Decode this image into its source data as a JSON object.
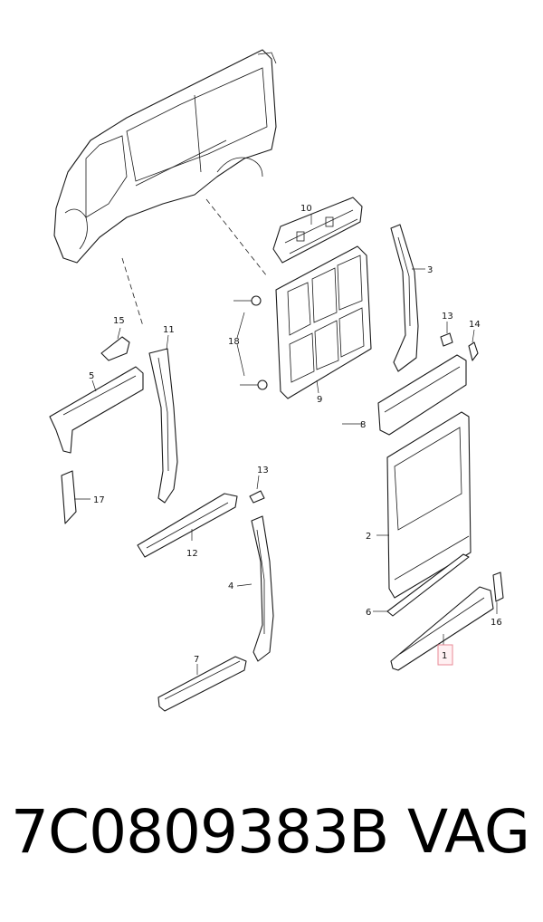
{
  "diagram": {
    "callouts": {
      "c1": "1",
      "c2": "2",
      "c3": "3",
      "c4": "4",
      "c5": "5",
      "c6": "6",
      "c7": "7",
      "c8": "8",
      "c9": "9",
      "c10": "10",
      "c11": "11",
      "c12": "12",
      "c13a": "13",
      "c13b": "13",
      "c14": "14",
      "c15": "15",
      "c16": "16",
      "c17": "17",
      "c18": "18"
    },
    "highlight_color": "#e88a96"
  },
  "footer": {
    "part_number": "7C0809383B",
    "brand": "VAG"
  }
}
